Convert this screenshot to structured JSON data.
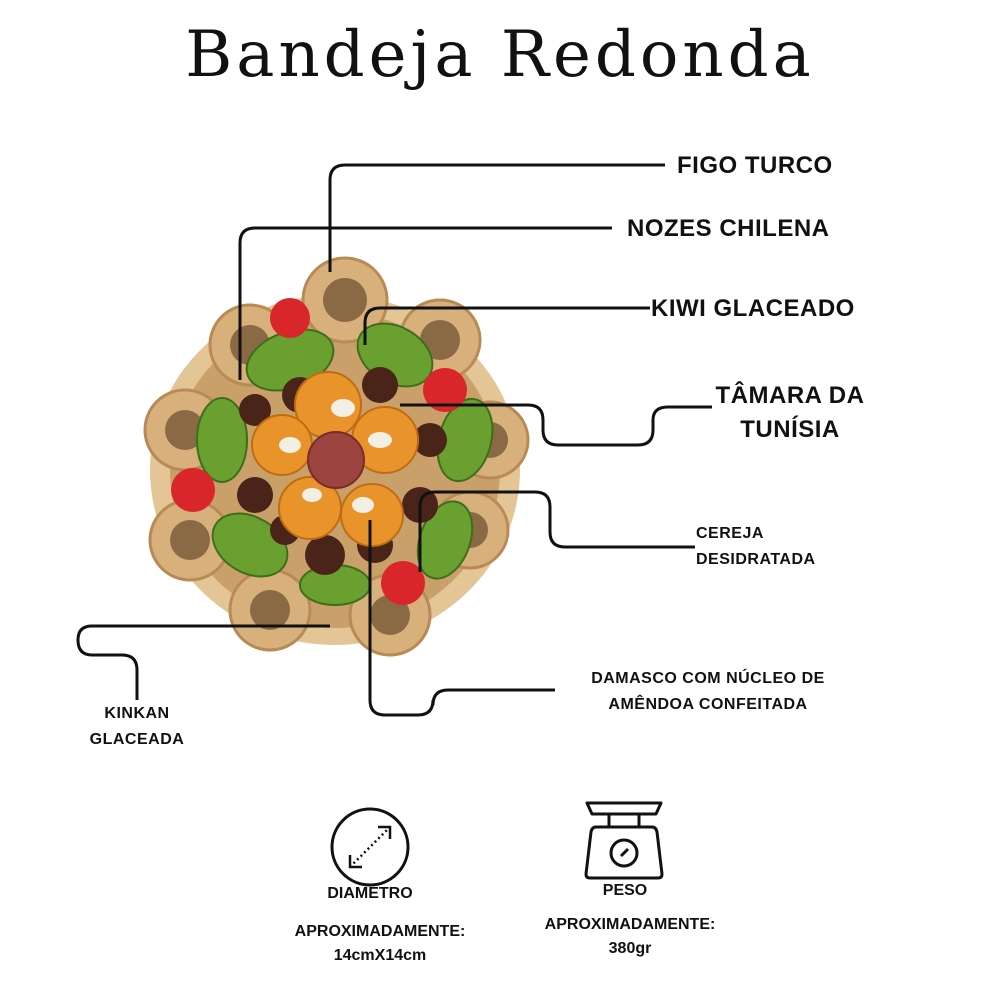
{
  "title": "Bandeja Redonda",
  "labels": {
    "figo": "FIGO TURCO",
    "nozes": "NOZES CHILENA",
    "kiwi": "KIWI GLACEADO",
    "tamara_1": "TÂMARA DA",
    "tamara_2": "TUNÍSIA",
    "cereja_1": "CEREJA",
    "cereja_2": "DESIDRATADA",
    "damasco_1": "DAMASCO COM NÚCLEO DE",
    "damasco_2": "AMÊNDOA CONFEITADA",
    "kinkan_1": "KINKAN",
    "kinkan_2": "GLACEADA"
  },
  "specs": {
    "diameter": {
      "icon": "diameter-icon",
      "label": "DIAMETRO",
      "prefix": "APROXIMADAMENTE:",
      "value": "14cmX14cm"
    },
    "weight": {
      "icon": "scale-icon",
      "label": "PESO",
      "prefix": "APROXIMADAMENTE:",
      "value": "380gr"
    }
  }
}
